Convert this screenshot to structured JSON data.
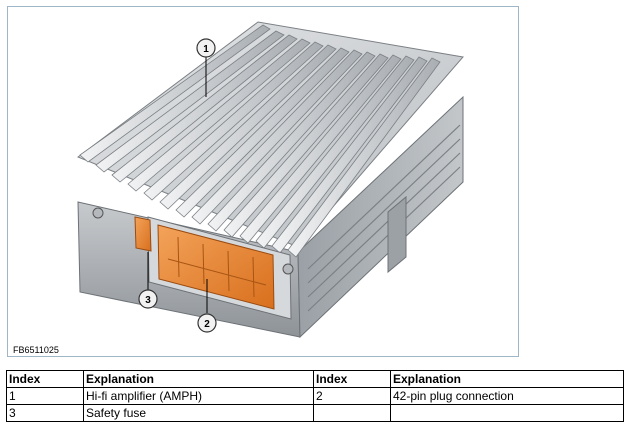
{
  "figure": {
    "code": "FB6511025",
    "callouts": [
      "1",
      "2",
      "3"
    ]
  },
  "table": {
    "headers": [
      "Index",
      "Explanation",
      "Index",
      "Explanation"
    ],
    "rows": [
      [
        "1",
        "Hi-fi amplifier (AMPH)",
        "2",
        "42-pin plug connection"
      ],
      [
        "3",
        "Safety fuse",
        "",
        ""
      ]
    ]
  }
}
